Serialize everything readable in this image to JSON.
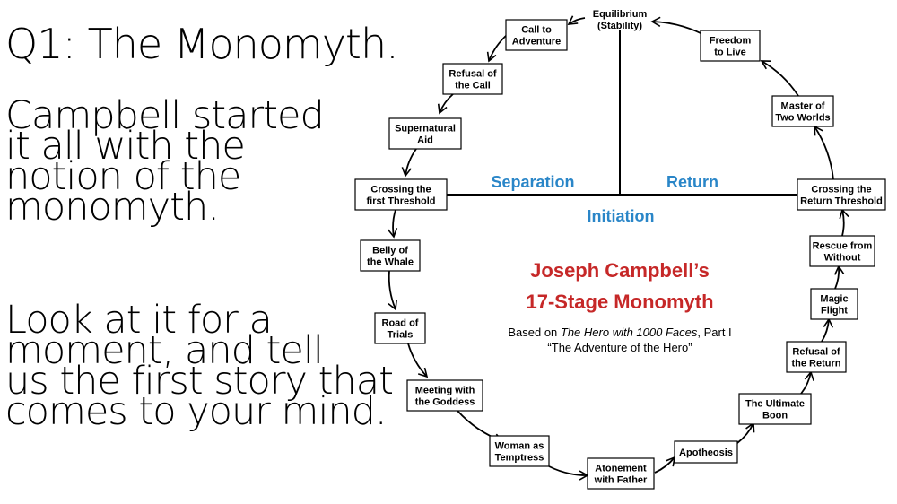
{
  "slide": {
    "heading": "Q1: The Monomyth.",
    "paragraph1": [
      "Campbell started",
      "it all with the",
      "notion of the",
      "monomyth."
    ],
    "paragraph2": [
      "Look at it for a",
      "moment, and tell",
      "us the first story that",
      "comes to your mind."
    ]
  },
  "diagram": {
    "title_line1": "Joseph Campbell’s",
    "title_line2": "17-Stage Monomyth",
    "subtitle_prefix": "Based on ",
    "subtitle_italic": "The Hero with 1000 Faces",
    "subtitle_suffix": ", Part I",
    "subtitle_line2": "“The Adventure of the Hero”",
    "phases": {
      "separation": "Separation",
      "initiation": "Initiation",
      "return": "Return"
    },
    "top_stage": [
      "Equilibrium",
      "(Stability)"
    ],
    "stages": [
      {
        "id": "call-to-adventure",
        "lines": [
          "Call to",
          "Adventure"
        ]
      },
      {
        "id": "refusal-of-the-call",
        "lines": [
          "Refusal of",
          "the Call"
        ]
      },
      {
        "id": "supernatural-aid",
        "lines": [
          "Supernatural",
          "Aid"
        ]
      },
      {
        "id": "crossing-first-threshold",
        "lines": [
          "Crossing the",
          "first Threshold"
        ]
      },
      {
        "id": "belly-of-the-whale",
        "lines": [
          "Belly of",
          "the Whale"
        ]
      },
      {
        "id": "road-of-trials",
        "lines": [
          "Road of",
          "Trials"
        ]
      },
      {
        "id": "meeting-with-the-goddess",
        "lines": [
          "Meeting with",
          "the Goddess"
        ]
      },
      {
        "id": "woman-as-temptress",
        "lines": [
          "Woman as",
          "Temptress"
        ]
      },
      {
        "id": "atonement-with-father",
        "lines": [
          "Atonement",
          "with Father"
        ]
      },
      {
        "id": "apotheosis",
        "lines": [
          "Apotheosis"
        ]
      },
      {
        "id": "the-ultimate-boon",
        "lines": [
          "The Ultimate",
          "Boon"
        ]
      },
      {
        "id": "refusal-of-the-return",
        "lines": [
          "Refusal of",
          "the Return"
        ]
      },
      {
        "id": "magic-flight",
        "lines": [
          "Magic",
          "Flight"
        ]
      },
      {
        "id": "rescue-from-without",
        "lines": [
          "Rescue from",
          "Without"
        ]
      },
      {
        "id": "crossing-return-threshold",
        "lines": [
          "Crossing the",
          "Return Threshold"
        ]
      },
      {
        "id": "master-of-two-worlds",
        "lines": [
          "Master of",
          "Two Worlds"
        ]
      },
      {
        "id": "freedom-to-live",
        "lines": [
          "Freedom",
          "to Live"
        ]
      }
    ]
  }
}
